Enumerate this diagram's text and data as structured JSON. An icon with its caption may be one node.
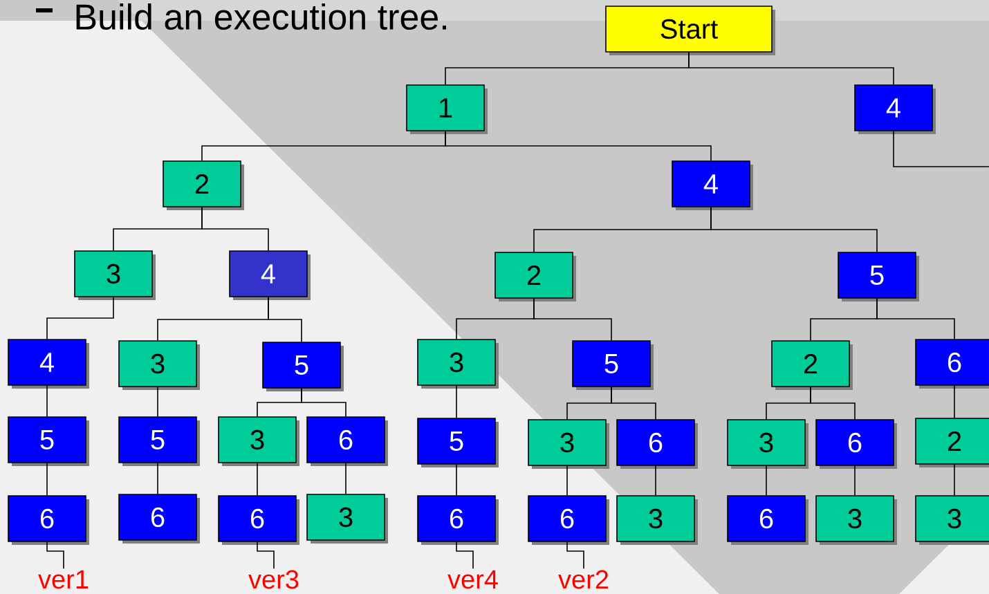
{
  "diagram": {
    "title": "Build an execution tree.",
    "nodes": [
      {
        "text": [
          "Start"
        ]
      },
      {
        "text": [
          "1"
        ]
      },
      {
        "text": [
          "4"
        ]
      },
      {
        "text": [
          "2"
        ]
      },
      {
        "text": [
          "4"
        ]
      },
      {
        "text": [
          "3"
        ]
      },
      {
        "text": [
          "4"
        ]
      },
      {
        "text": [
          "2"
        ]
      },
      {
        "text": [
          "5"
        ]
      },
      {
        "text": [
          "4"
        ]
      },
      {
        "text": [
          "3"
        ]
      },
      {
        "text": [
          "5"
        ]
      },
      {
        "text": [
          "3"
        ]
      },
      {
        "text": [
          "5"
        ]
      },
      {
        "text": [
          "2"
        ]
      },
      {
        "text": [
          "6"
        ]
      },
      {
        "text": [
          "5"
        ]
      },
      {
        "text": [
          "5"
        ]
      },
      {
        "text": [
          "3"
        ]
      },
      {
        "text": [
          "6"
        ]
      },
      {
        "text": [
          "5"
        ]
      },
      {
        "text": [
          "3"
        ]
      },
      {
        "text": [
          "6"
        ]
      },
      {
        "text": [
          "3"
        ]
      },
      {
        "text": [
          "6"
        ]
      },
      {
        "text": [
          "2"
        ]
      },
      {
        "text": [
          "6"
        ]
      },
      {
        "text": [
          "6"
        ]
      },
      {
        "text": [
          "6"
        ]
      },
      {
        "text": [
          "3"
        ]
      },
      {
        "text": [
          "6"
        ]
      },
      {
        "text": [
          "6"
        ]
      },
      {
        "text": [
          "3"
        ]
      },
      {
        "text": [
          "6"
        ]
      },
      {
        "text": [
          "3"
        ]
      },
      {
        "text": [
          "3"
        ]
      },
      {
        "text": [
          "ver1"
        ]
      },
      {
        "text": [
          "ver3"
        ]
      },
      {
        "text": [
          "ver4"
        ]
      },
      {
        "text": [
          "ver2"
        ]
      }
    ],
    "edges": [
      {
        "from": 0,
        "to": 1,
        "arrow": "none"
      },
      {
        "from": 0,
        "to": 2,
        "arrow": "none"
      },
      {
        "from": 1,
        "to": 3,
        "arrow": "none"
      },
      {
        "from": 1,
        "to": 4,
        "arrow": "none"
      },
      {
        "from": 3,
        "to": 5,
        "arrow": "none"
      },
      {
        "from": 3,
        "to": 6,
        "arrow": "none"
      },
      {
        "from": 4,
        "to": 7,
        "arrow": "none"
      },
      {
        "from": 4,
        "to": 8,
        "arrow": "none"
      },
      {
        "from": 5,
        "to": 9,
        "arrow": "none"
      },
      {
        "from": 6,
        "to": 10,
        "arrow": "none"
      },
      {
        "from": 6,
        "to": 11,
        "arrow": "none"
      },
      {
        "from": 7,
        "to": 12,
        "arrow": "none"
      },
      {
        "from": 7,
        "to": 13,
        "arrow": "none"
      },
      {
        "from": 8,
        "to": 14,
        "arrow": "none"
      },
      {
        "from": 8,
        "to": 15,
        "arrow": "none"
      },
      {
        "from": 9,
        "to": 16,
        "arrow": "none"
      },
      {
        "from": 10,
        "to": 17,
        "arrow": "none"
      },
      {
        "from": 11,
        "to": 18,
        "arrow": "none"
      },
      {
        "from": 11,
        "to": 19,
        "arrow": "none"
      },
      {
        "from": 12,
        "to": 20,
        "arrow": "none"
      },
      {
        "from": 13,
        "to": 21,
        "arrow": "none"
      },
      {
        "from": 13,
        "to": 22,
        "arrow": "none"
      },
      {
        "from": 14,
        "to": 23,
        "arrow": "none"
      },
      {
        "from": 14,
        "to": 24,
        "arrow": "none"
      },
      {
        "from": 15,
        "to": 25,
        "arrow": "none"
      },
      {
        "from": 16,
        "to": 26,
        "arrow": "none"
      },
      {
        "from": 17,
        "to": 27,
        "arrow": "none"
      },
      {
        "from": 18,
        "to": 28,
        "arrow": "none"
      },
      {
        "from": 19,
        "to": 29,
        "arrow": "none"
      },
      {
        "from": 20,
        "to": 30,
        "arrow": "none"
      },
      {
        "from": 21,
        "to": 31,
        "arrow": "none"
      },
      {
        "from": 22,
        "to": 32,
        "arrow": "none"
      },
      {
        "from": 23,
        "to": 33,
        "arrow": "none"
      },
      {
        "from": 24,
        "to": 34,
        "arrow": "none"
      },
      {
        "from": 25,
        "to": 35,
        "arrow": "none"
      },
      {
        "from": 26,
        "to": 36,
        "arrow": "none"
      },
      {
        "from": 28,
        "to": 37,
        "arrow": "none"
      },
      {
        "from": 30,
        "to": 38,
        "arrow": "none"
      },
      {
        "from": 31,
        "to": 39,
        "arrow": "none"
      },
      {
        "from": 2,
        "to": null,
        "arrow": "none"
      }
    ]
  }
}
